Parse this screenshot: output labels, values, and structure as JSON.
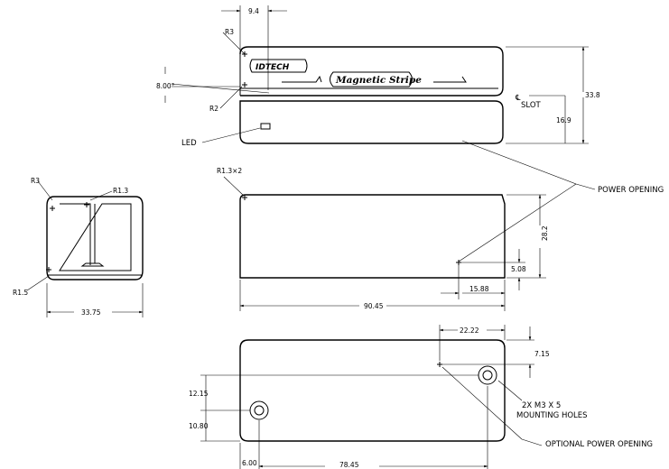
{
  "labels": {
    "dim_9_4": "9.4",
    "r3_top": "R3",
    "angle": "8.00°",
    "r2": "R2",
    "led": "LED",
    "brand": "IDTECH",
    "magnetic": "Magnetic Stripe",
    "cl_symbol": "℄",
    "slot": "SLOT",
    "dim_33_8": "33.8",
    "dim_16_9": "16.9",
    "r3_left": "R3",
    "r1_3": "R1.3",
    "r1_5": "R1.5",
    "dim_33_75": "33.75",
    "r1_3x2": "R1.3×2",
    "power_opening": "POWER OPENING",
    "dim_28_2": "28.2",
    "dim_5_08": "5.08",
    "dim_15_88": "15.88",
    "dim_90_45": "90.45",
    "dim_22_22": "22.22",
    "dim_7_15": "7.15",
    "dim_12_15": "12.15",
    "dim_10_80": "10.80",
    "holes_line1": "2X M3 X 5",
    "holes_line2": "MOUNTING HOLES",
    "optional_power": "OPTIONAL POWER OPENING",
    "dim_6_00": "6.00",
    "dim_78_45": "78.45"
  }
}
